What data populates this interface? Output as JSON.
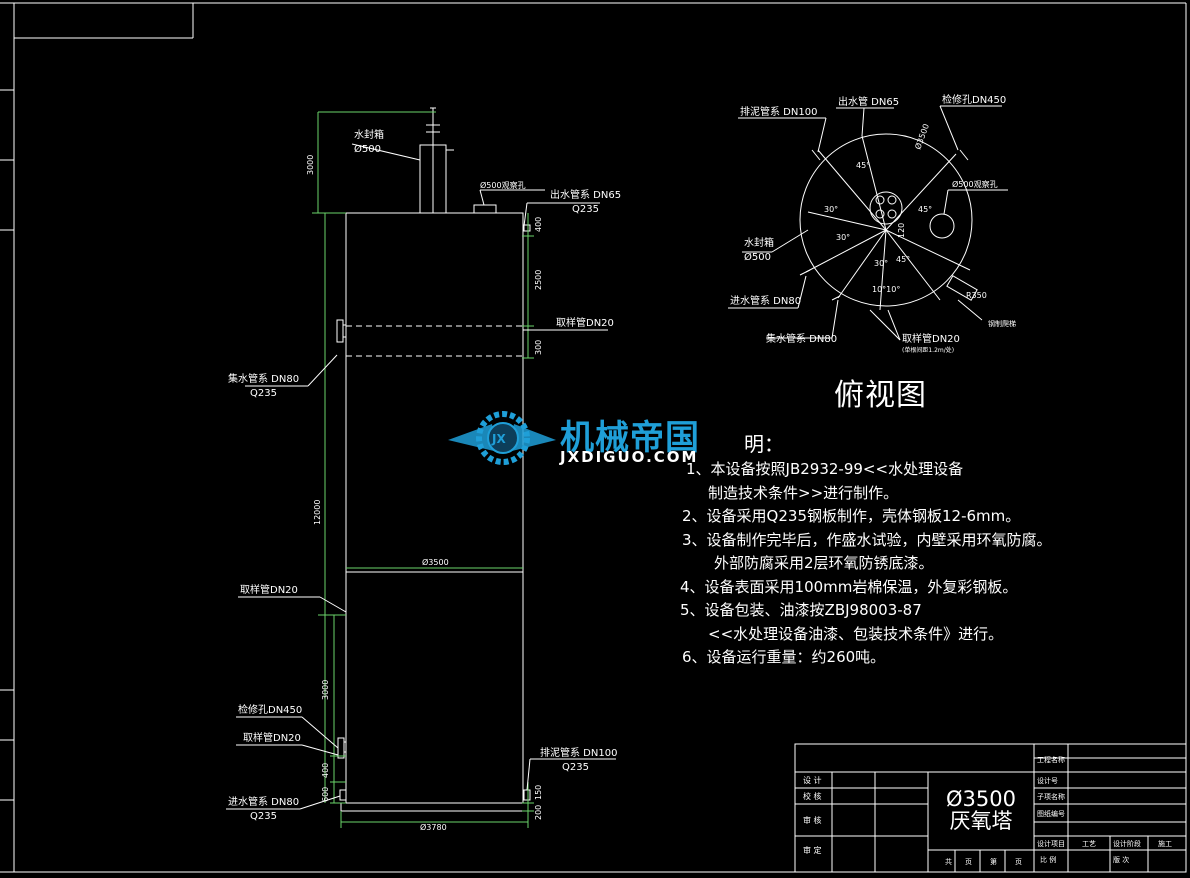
{
  "colors": {
    "line": "#ffffff",
    "dim": "#6ad36a",
    "dash": "#ffffff",
    "accent": "#1f9fd8"
  },
  "front": {
    "dims": {
      "d3000_top": "3000",
      "d400": "400",
      "d2500": "2500",
      "d300": "300",
      "d12000": "12000",
      "d3000_low": "3000",
      "d400_low": "400",
      "d600": "600",
      "d200": "200",
      "d150": "150"
    },
    "dia_inner": "Ø3500",
    "dia_base": "Ø3780",
    "labels": {
      "water_seal": "水封箱",
      "water_seal_dia": "Ø500",
      "manhole": "Ø500观察孔",
      "outlet": "出水管系 DN65",
      "outlet_mat": "Q235",
      "sample_top": "取样管DN20",
      "collect": "集水管系 DN80",
      "collect_mat": "Q235",
      "sample_mid": "取样管DN20",
      "inspect": "检修孔DN450",
      "sample_low": "取样管DN20",
      "inlet": "进水管系 DN80",
      "inlet_mat": "Q235",
      "sludge": "排泥管系 DN100",
      "sludge_mat": "Q235"
    }
  },
  "top_view": {
    "title": "俯视图",
    "labels": {
      "sludge": "排泥管系 DN100",
      "outlet": "出水管 DN65",
      "inspect": "检修孔DN450",
      "dia": "Ø3500",
      "manhole": "Ø500观察孔",
      "water_seal": "水封箱",
      "water_seal_dia": "Ø500",
      "inlet": "进水管系 DN80",
      "collect": "集水管系 DN80",
      "sample": "取样管DN20",
      "sample_note": "(单根间距1.2m/处)",
      "ladder": "钢制爬梯",
      "r350": "R350",
      "a45a": "45°",
      "a30a": "30°",
      "a30b": "30°",
      "a45b": "45°",
      "a30c": "30°",
      "a45c": "45°",
      "a10": "10°10°",
      "d120": "120"
    }
  },
  "notes": {
    "title": "明：",
    "lines": [
      "1、本设备按照JB2932-99<<水处理设备",
      "制造技术条件>>进行制作。",
      "2、设备采用Q235钢板制作，壳体钢板12-6mm。",
      "3、设备制作完毕后，作盛水试验，内壁采用环氧防腐。",
      "外部防腐采用2层环氧防锈底漆。",
      "4、设备表面采用100mm岩棉保温，外复彩钢板。",
      "5、设备包装、油漆按ZBJ98003-87",
      "<<水处理设备油漆、包装技术条件》进行。",
      "6、设备运行重量：约260吨。"
    ]
  },
  "title_block": {
    "title_line1": "Ø3500",
    "title_line2": "厌氧塔",
    "left_rows": [
      "设 计",
      "校 核",
      "审 核",
      "审 定"
    ],
    "right_labels": [
      "工程名称",
      "设计号",
      "子项名称",
      "图纸编号"
    ],
    "bottom_labels": [
      "设计项目",
      "工艺",
      "设计阶段",
      "施工"
    ],
    "footer": [
      "共",
      "页",
      "第",
      "页",
      "比 例",
      "版 次"
    ]
  },
  "logo": {
    "cn": "机械帝国",
    "en": "JXDIGUO.COM",
    "badge": "JX"
  }
}
